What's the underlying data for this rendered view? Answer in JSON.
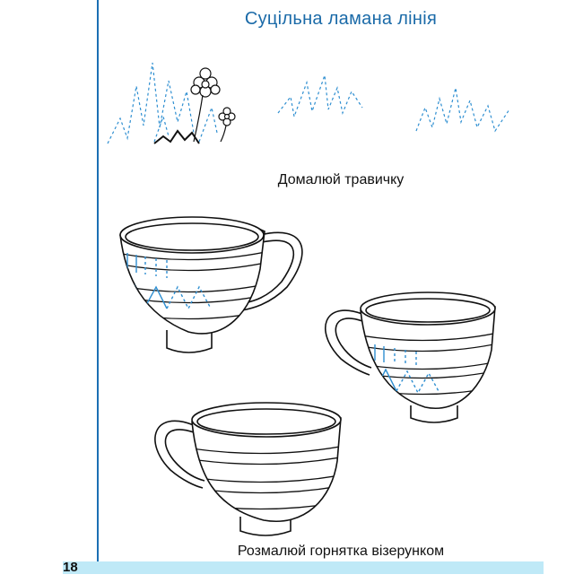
{
  "page": {
    "title": "Суцільна ламана лінія",
    "caption_grass": "Домалюй травичку",
    "caption_cups": "Розмалюй горнятка візерунком",
    "page_number": "18"
  },
  "colors": {
    "accent": "#1b6fb3",
    "title": "#1a6aa8",
    "dashed": "#2f8fd1",
    "bar": "#bfe9f7"
  },
  "icons": [
    "flower-icon",
    "grass-tuft",
    "teacup"
  ]
}
